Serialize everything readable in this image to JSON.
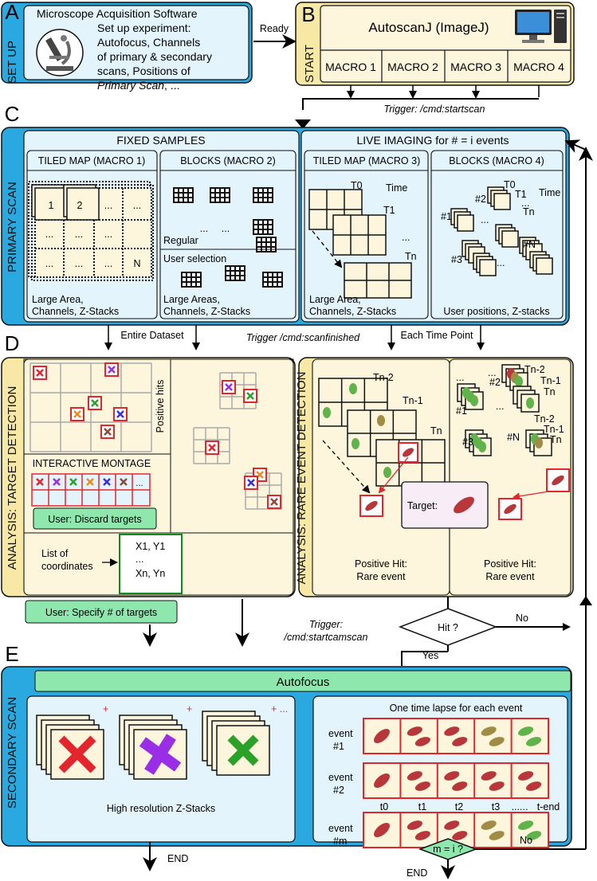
{
  "panels": {
    "a": {
      "letter": "A",
      "side": "SET UP",
      "title": "Microscope Acquisition Software",
      "desc1": "Set up experiment:",
      "desc2": "Autofocus, Channels",
      "desc3": "of primary & secondary",
      "desc4": "scans, Positions of",
      "desc5_it": "Primary Scan",
      "desc5_rest": ", ..."
    },
    "b": {
      "letter": "B",
      "side": "START",
      "title": "AutoscanJ (ImageJ)",
      "macros": [
        "MACRO 1",
        "MACRO 2",
        "MACRO 3",
        "MACRO 4"
      ]
    },
    "c": {
      "letter": "C",
      "side": "PRIMARY SCAN",
      "fixed": "FIXED SAMPLES",
      "live": "LIVE IMAGING for # = i events",
      "tiled1": "TILED MAP (MACRO 1)",
      "blocks2": "BLOCKS (MACRO 2)",
      "tiled3": "TILED MAP (MACRO 3)",
      "blocks4": "BLOCKS (MACRO 4)",
      "tile_labels": [
        "1",
        "2",
        "...",
        "...",
        "...",
        "...",
        "...",
        "...",
        "...",
        "...",
        "N"
      ],
      "regular": "Regular",
      "user_sel": "User selection",
      "dots": "...",
      "area1a": "Large Area,",
      "area1b": "Channels, Z-Stacks",
      "area2a": "Large Areas,",
      "area2b": "Channels, Z-Stacks",
      "area3a": "Large Area,",
      "area3b": "Channels, Z-Stacks",
      "userpos": "User positions, Z-stacks",
      "t0": "T0",
      "t1": "T1",
      "tn": "Tn",
      "time": "Time",
      "pos": [
        "#1",
        "#2",
        "#3",
        "#N"
      ]
    },
    "d": {
      "letter": "D",
      "side1": "ANALYSIS: TARGET DETECTION",
      "side2": "ANALYSIS: RARE EVENT DETECTION",
      "positive_hits": "Positive hits",
      "montage": "INTERACTIVE  MONTAGE",
      "discard": "User: Discard targets",
      "list1": "List of",
      "list2": "coordinates",
      "coord1": "X1, Y1",
      "coord2": "...",
      "coord3": "Xn, Yn",
      "specify": "User: Specify # of targets",
      "tn2": "Tn-2",
      "tn1": "Tn-1",
      "tn": "Tn",
      "target": "Target:",
      "hit1": "Positive Hit:",
      "hit2": "Rare event"
    },
    "e": {
      "letter": "E",
      "side": "SECONDARY SCAN",
      "autofocus": "Autofocus",
      "highres": "High resolution Z-Stacks",
      "timelapse": "One time lapse for each event",
      "events": [
        "event #1",
        "event #2",
        "event #m"
      ],
      "tlabels": [
        "t0",
        "t1",
        "t2",
        "t3",
        "......",
        "t-end"
      ],
      "plus": "+",
      "plusdots": "+ ..."
    }
  },
  "flow": {
    "ready": "Ready",
    "trigger_start": "Trigger: /cmd:startscan",
    "entire": "Entire Dataset",
    "trigger_finished": "Trigger /cmd:scanfinished",
    "each_time": "Each Time Point",
    "trigger_cam1": "Trigger:",
    "trigger_cam2": "/cmd:startcamscan",
    "hit_q": "Hit ?",
    "yes": "Yes",
    "no": "No",
    "m_q": "m = i ?",
    "end": "END"
  },
  "colors": {
    "blue": "#2aa8e0",
    "light_blue": "#e3f4fd",
    "cream": "#fdf5dc",
    "yellow": "#f7e8a6",
    "green": "#8ee8ad",
    "red": "#e3262e",
    "purple": "#9a2ee6",
    "cell_green": "#5fb34a",
    "cell_red": "#b7373a",
    "cell_olive": "#a08c45"
  }
}
